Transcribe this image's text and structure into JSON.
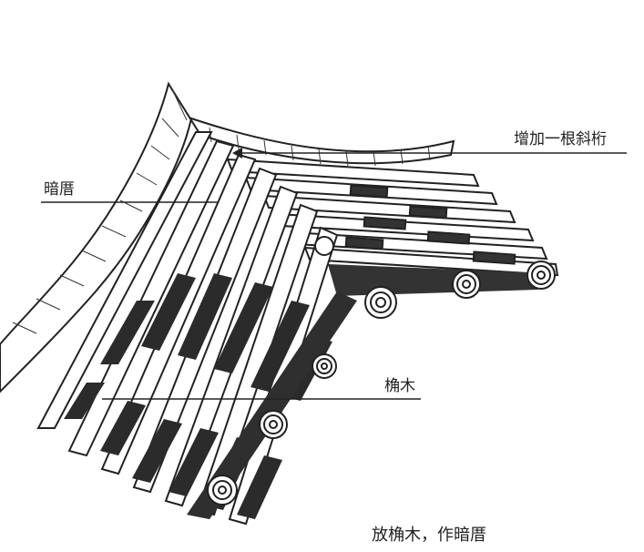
{
  "labels": {
    "extra_purlin": "增加一根斜桁",
    "hidden_rafter": "暗厝",
    "rafter": "桷木"
  },
  "caption": "放桷木，作暗厝"
}
